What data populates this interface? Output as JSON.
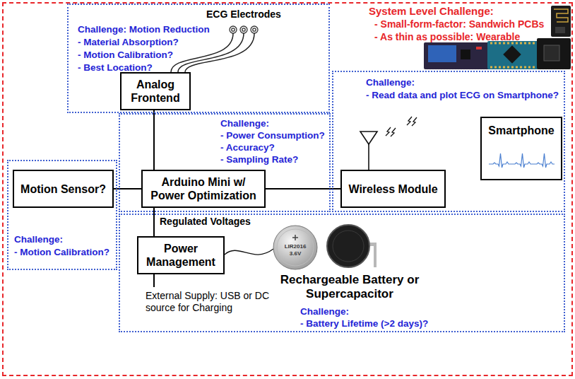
{
  "diagram": {
    "nodes": [
      {
        "text": [
          "System Level Challenge:",
          "- Small-form-factor: Sandwich PCBs",
          "- As thin as possible: Wearable"
        ]
      },
      {
        "text": [
          "Challenge: Motion Reduction",
          "- Material Absorption?",
          "- Motion Calibration?",
          "- Best Location?"
        ],
        "in": 0
      },
      {
        "text": [
          "Analog Frontend"
        ],
        "in": 1
      },
      {
        "text": [
          "Challenge:",
          "- Power Consumption?",
          "- Accuracy?",
          "- Sampling Rate?"
        ],
        "in": 0
      },
      {
        "text": [
          "Arduino Mini w/ Power Optimization"
        ],
        "in": 3
      },
      {
        "text": [
          "Challenge:",
          "- Read data and plot ECG on Smartphone?"
        ],
        "in": 0
      },
      {
        "text": [
          "Wireless Module"
        ],
        "in": 5
      },
      {
        "text": [
          "Smartphone"
        ],
        "in": 5
      },
      {
        "text": [
          "Challenge:",
          "- Motion Calibration?"
        ],
        "in": 0
      },
      {
        "text": [
          "Motion Sensor?"
        ],
        "in": 8
      },
      {
        "text": [
          "Challenge:",
          "- Battery Lifetime (>2 days)?"
        ],
        "in": 0
      },
      {
        "text": [
          "Power Management"
        ],
        "in": 10
      }
    ],
    "edges": [
      {
        "from": 2,
        "to": 4,
        "arrow": "none"
      },
      {
        "from": 9,
        "to": 4,
        "arrow": "none"
      },
      {
        "from": 4,
        "to": 6,
        "arrow": "none"
      },
      {
        "from": 4,
        "to": 11,
        "arrow": "none",
        "label": "Regulated Voltages"
      }
    ],
    "labels": [
      "ECG Electrodes",
      "External Supply: USB or DC source for Charging",
      "Rechargeable Battery or Supercapacitor",
      "LIR2016",
      "3.6V"
    ]
  }
}
